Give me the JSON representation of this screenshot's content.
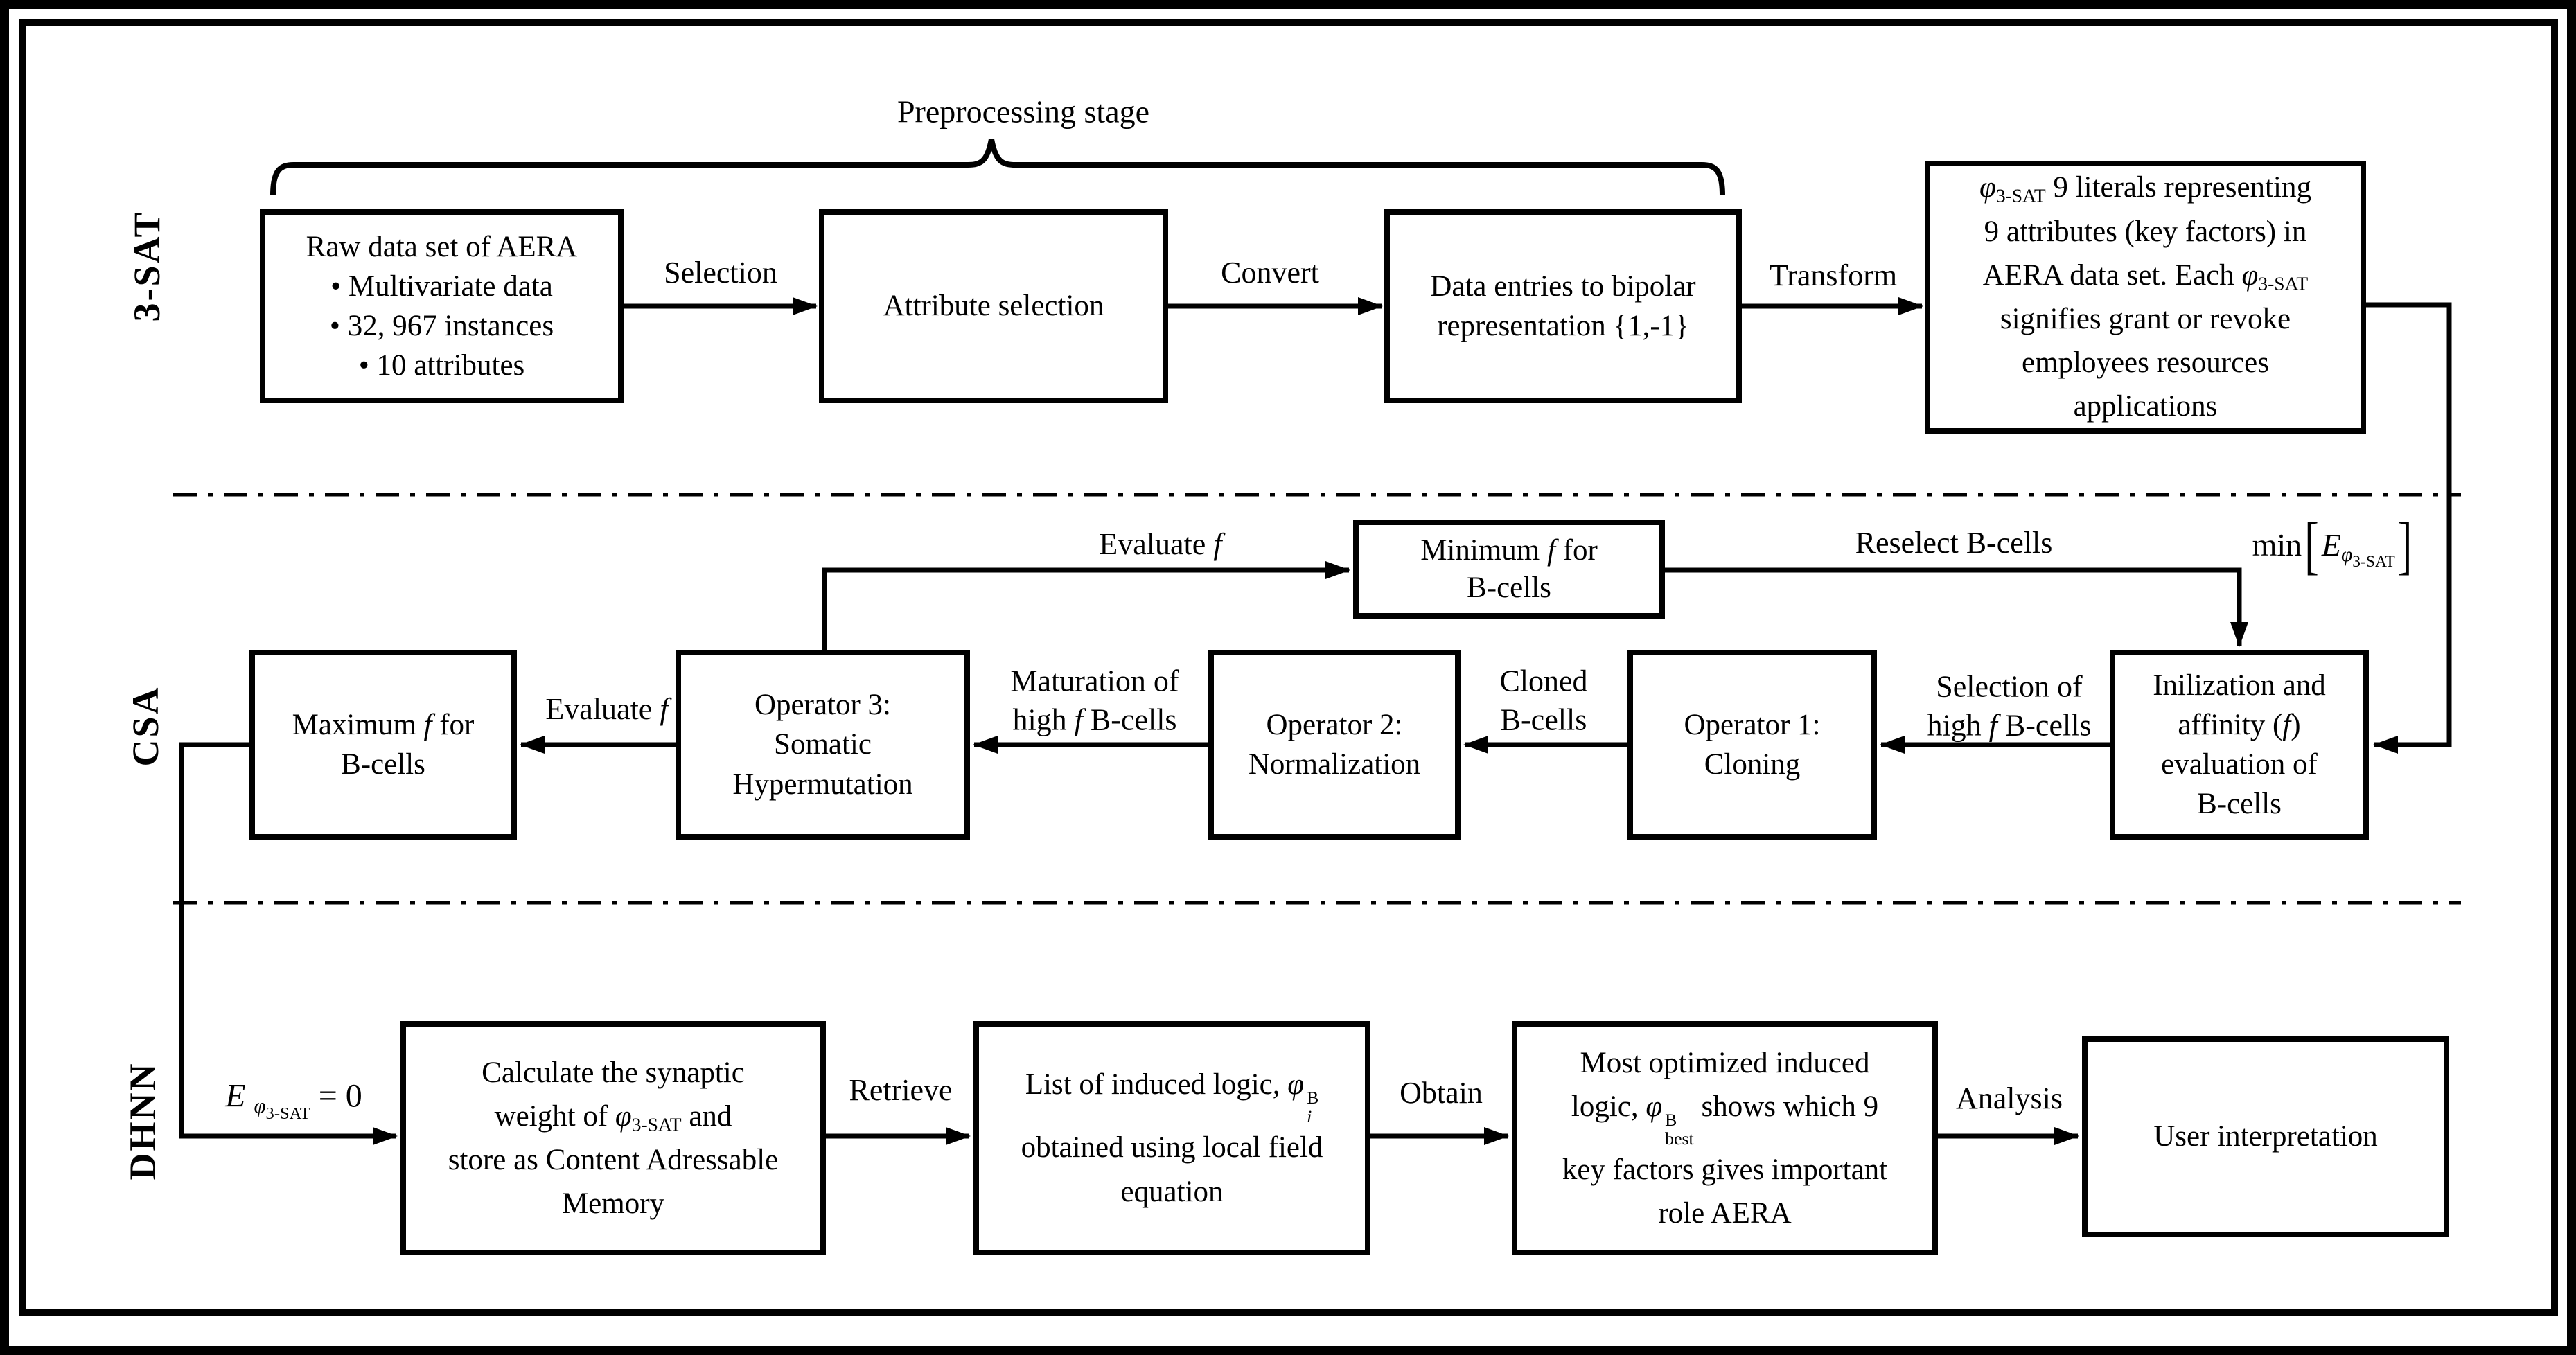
{
  "colors": {
    "ink": "#000000",
    "background": "#ffffff"
  },
  "rows": {
    "sat": "3-SAT",
    "csa": "CSA",
    "dhnn": "DHNN"
  },
  "stage": {
    "preprocessing": "Preprocessing stage"
  },
  "boxes": {
    "raw_data": "Raw data set of AERA\n•   Multivariate data\n•   32, 967 instances\n•   10 attributes",
    "attribute_selection": "Attribute selection",
    "bipolar": "Data entries to bipolar\nrepresentation {1,-1}",
    "phi_literals": [
      {
        "i": "φ"
      },
      {
        "sub": "3-SAT"
      },
      {
        "n": "  9 literals representing"
      },
      {
        "brk": 1
      },
      {
        "n": "9 attributes (key factors) in"
      },
      {
        "brk": 1
      },
      {
        "n": "AERA data set. Each  "
      },
      {
        "i": "φ"
      },
      {
        "sub": "3-SAT"
      },
      {
        "brk": 1
      },
      {
        "n": "signifies grant or revoke"
      },
      {
        "brk": 1
      },
      {
        "n": "employees resources"
      },
      {
        "brk": 1
      },
      {
        "n": "applications"
      }
    ],
    "minimum_f": [
      {
        "n": "Minimum "
      },
      {
        "i": "f"
      },
      {
        "n": " for"
      },
      {
        "brk": 1
      },
      {
        "n": "B-cells"
      }
    ],
    "maximum_f": [
      {
        "n": "Maximum  "
      },
      {
        "i": "f"
      },
      {
        "n": "  for"
      },
      {
        "brk": 1
      },
      {
        "n": "B-cells"
      }
    ],
    "operator3": "Operator 3:\nSomatic\nHypermutation",
    "operator2": "Operator 2:\nNormalization",
    "operator1": "Operator 1:\nCloning",
    "initialization": [
      {
        "n": "Inilization and"
      },
      {
        "brk": 1
      },
      {
        "n": "affinity ("
      },
      {
        "i": "f"
      },
      {
        "n": ")"
      },
      {
        "brk": 1
      },
      {
        "n": "evaluation of"
      },
      {
        "brk": 1
      },
      {
        "n": "B-cells"
      }
    ],
    "calculate": [
      {
        "n": "Calculate the synaptic"
      },
      {
        "brk": 1
      },
      {
        "n": "weight of  "
      },
      {
        "i": "φ"
      },
      {
        "sub": "3-SAT"
      },
      {
        "n": "  and"
      },
      {
        "brk": 1
      },
      {
        "n": "store as Content Adressable"
      },
      {
        "brk": 1
      },
      {
        "n": "Memory"
      }
    ],
    "induced_list": [
      {
        "n": "List of induced logic,  "
      },
      {
        "i": "φ"
      },
      {
        "stack": {
          "sup": "B",
          "sub": "i",
          "si": true
        }
      },
      {
        "brk": 1
      },
      {
        "n": "obtained using local field"
      },
      {
        "brk": 1
      },
      {
        "n": "equation"
      }
    ],
    "most_optimized": [
      {
        "n": "Most optimized induced"
      },
      {
        "brk": 1
      },
      {
        "n": "logic, "
      },
      {
        "i": "φ"
      },
      {
        "stack": {
          "sup": "B",
          "sub": "best"
        }
      },
      {
        "n": "  shows which 9"
      },
      {
        "brk": 1
      },
      {
        "n": "key factors gives important"
      },
      {
        "brk": 1
      },
      {
        "n": "role AERA"
      }
    ],
    "user_interpretation": "User interpretation"
  },
  "labels": {
    "selection": "Selection",
    "convert": "Convert",
    "transform": "Transform",
    "evaluate_f": [
      {
        "n": "Evaluate "
      },
      {
        "i": "f"
      }
    ],
    "reselect": "Reselect B-cells",
    "min_energy": [
      {
        "n": "min"
      },
      {
        "br": "["
      },
      {
        "i": "E"
      },
      {
        "sub": [
          {
            "i": "φ"
          },
          {
            "sub": "3-SAT"
          }
        ]
      },
      {
        "br": "]"
      }
    ],
    "selection_high": [
      {
        "n": "Selection of"
      },
      {
        "brk": 1
      },
      {
        "n": "high  "
      },
      {
        "i": "f"
      },
      {
        "n": "  B-cells"
      }
    ],
    "cloned": "Cloned\nB-cells",
    "maturation": [
      {
        "n": "Maturation of"
      },
      {
        "brk": 1
      },
      {
        "n": "high  "
      },
      {
        "i": "f"
      },
      {
        "n": "  B-cells"
      }
    ],
    "energy_zero": [
      {
        "i": "E"
      },
      {
        "n": " "
      },
      {
        "sub": [
          {
            "i": "φ"
          },
          {
            "sub": "3-SAT"
          }
        ]
      },
      {
        "n": " = 0"
      }
    ],
    "retrieve": "Retrieve",
    "obtain": "Obtain",
    "analysis": "Analysis"
  }
}
